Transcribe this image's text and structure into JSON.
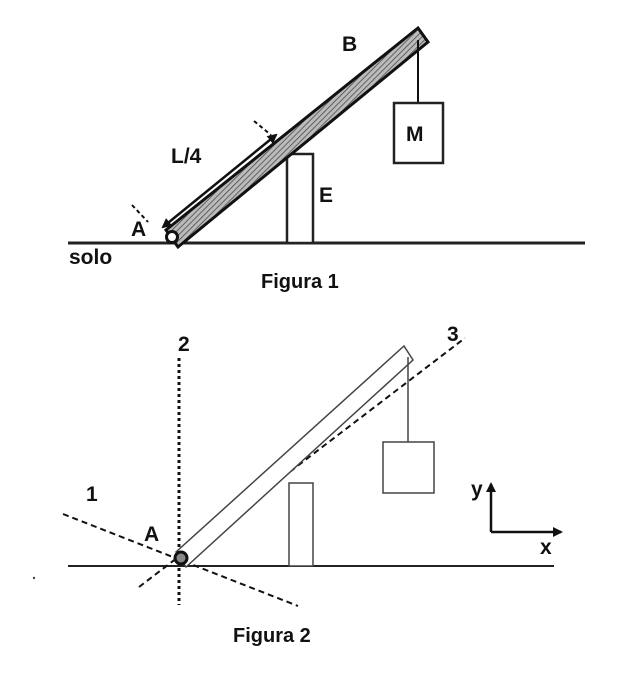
{
  "figure1": {
    "caption": "Figura 1",
    "label_point_a": "A",
    "label_point_b": "B",
    "label_mass": "M",
    "label_support": "E",
    "label_distance": "L/4",
    "label_ground": "solo"
  },
  "figure2": {
    "caption": "Figura 2",
    "label_point_a": "A",
    "label_axis_1": "1",
    "label_axis_2": "2",
    "label_axis_3": "3",
    "label_x": "x",
    "label_y": "y"
  }
}
